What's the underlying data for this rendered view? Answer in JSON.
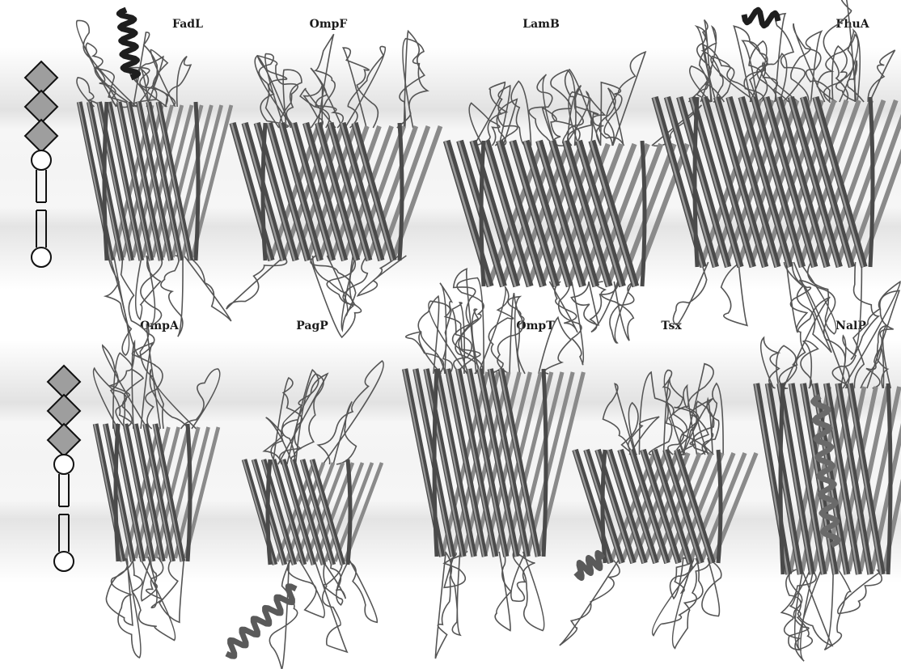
{
  "rows": [
    {
      "proteins": [
        {
          "id": "fadl",
          "name": "FadL",
          "helix": "top"
        },
        {
          "id": "ompf",
          "name": "OmpF"
        },
        {
          "id": "lamb",
          "name": "LamB"
        },
        {
          "id": "fhua",
          "name": "FhuA",
          "helix": "top"
        }
      ]
    },
    {
      "proteins": [
        {
          "id": "ompa",
          "name": "OmpA"
        },
        {
          "id": "pagp",
          "name": "PagP",
          "helix": "bottom"
        },
        {
          "id": "ompt",
          "name": "OmpT"
        },
        {
          "id": "tsx",
          "name": "Tsx"
        },
        {
          "id": "nalp",
          "name": "NalP",
          "helix": "inner"
        }
      ]
    }
  ],
  "colors": {
    "strand": "#4a4a4a",
    "strand_light": "#8a8a8a",
    "loop": "#555555",
    "helix_dark": "#1e1e1e",
    "lipid_diamond": "#9e9e9e",
    "lipid_stroke": "#111111"
  }
}
